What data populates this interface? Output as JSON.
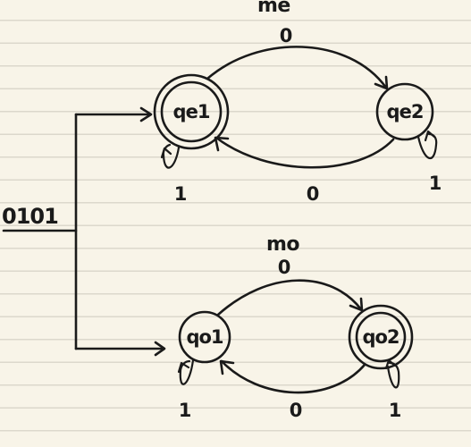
{
  "input": {
    "string": "0101"
  },
  "machines": [
    {
      "name": "me",
      "states": [
        {
          "label": "qe1",
          "accepting": true,
          "initial": true
        },
        {
          "label": "qe2",
          "accepting": false,
          "initial": false
        }
      ],
      "transitions": [
        {
          "from": "qe1",
          "to": "qe2",
          "symbol": "0"
        },
        {
          "from": "qe2",
          "to": "qe1",
          "symbol": "0"
        },
        {
          "from": "qe1",
          "to": "qe1",
          "symbol": "1"
        },
        {
          "from": "qe2",
          "to": "qe2",
          "symbol": "1"
        }
      ]
    },
    {
      "name": "mo",
      "states": [
        {
          "label": "qo1",
          "accepting": false,
          "initial": true
        },
        {
          "label": "qo2",
          "accepting": true,
          "initial": false
        }
      ],
      "transitions": [
        {
          "from": "qo1",
          "to": "qo2",
          "symbol": "0"
        },
        {
          "from": "qo2",
          "to": "qo1",
          "symbol": "0"
        },
        {
          "from": "qo1",
          "to": "qo1",
          "symbol": "1"
        },
        {
          "from": "qo2",
          "to": "qo2",
          "symbol": "1"
        }
      ]
    }
  ],
  "colors": {
    "ink": "#1a1a1a",
    "paper": "#f8f4e8",
    "rule": "#dcd8cc"
  }
}
